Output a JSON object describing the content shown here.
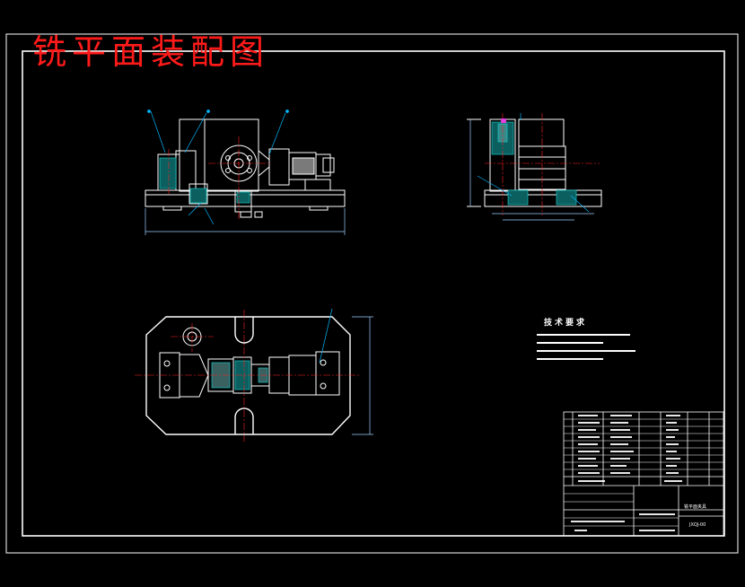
{
  "drawing": {
    "title": "铣平面装配图",
    "tech_requirements_title": "技术要求",
    "titleblock_name": "铣平面夹具",
    "titleblock_code": "JXQJ-00"
  },
  "colors": {
    "background": "#000000",
    "line": "#ffffff",
    "title": "#ff1a1a",
    "center_line": "#ff2020",
    "leader": "#00b7ff",
    "dimension": "#9ad0ff",
    "section_hatch": "#19c7c7",
    "accent": "#e040e0"
  }
}
